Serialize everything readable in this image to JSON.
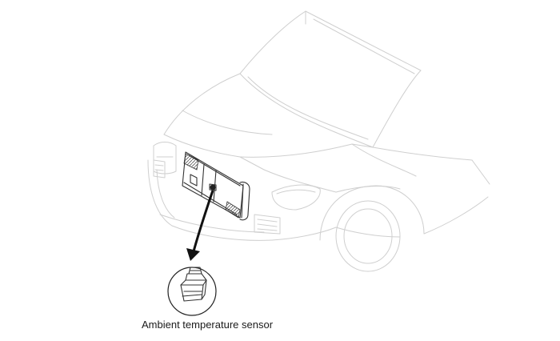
{
  "caption": "Ambient temperature sensor",
  "colors": {
    "vehicle_outline": "#cfcfcf",
    "component_outline": "#333333",
    "background": "#ffffff"
  },
  "parts": {
    "vehicle": "front-of-suv",
    "component": "condenser",
    "sensor": "ambient-temperature-sensor",
    "indicator": "arrow"
  }
}
